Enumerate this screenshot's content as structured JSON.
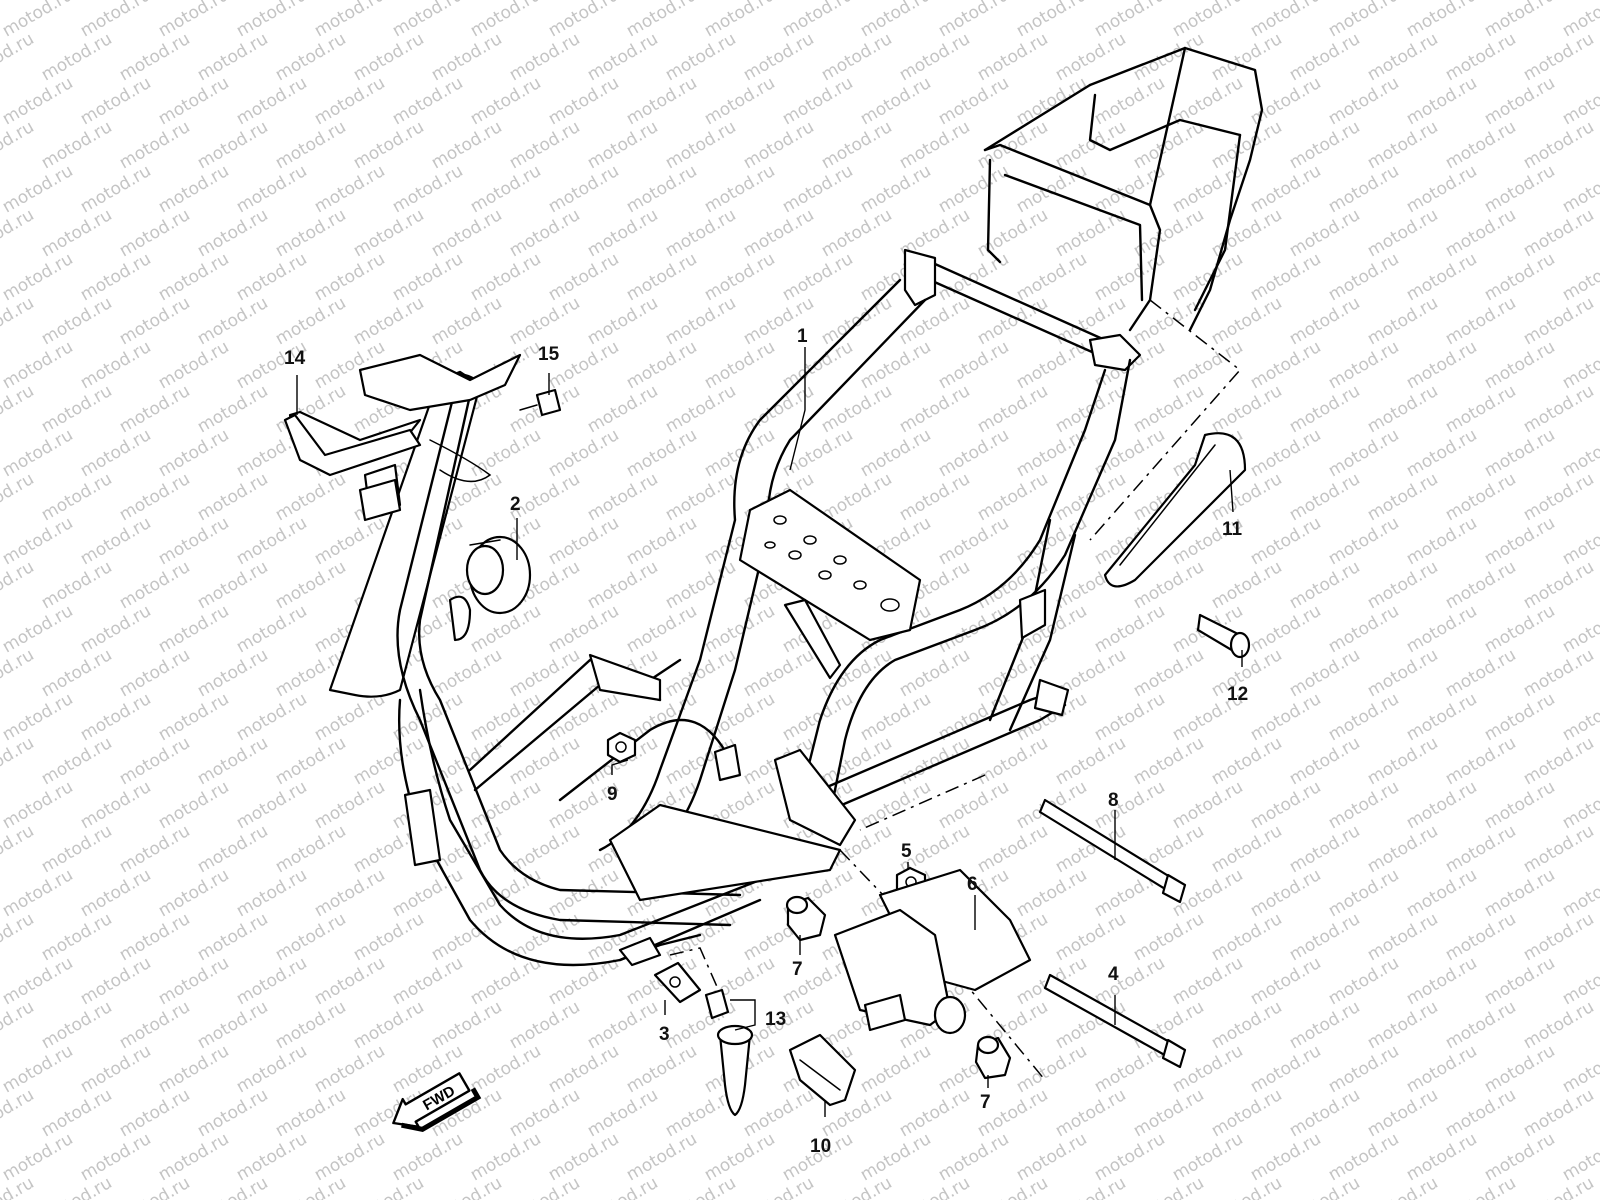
{
  "watermark": {
    "text": "motod.ru"
  },
  "diagram": {
    "callouts": [
      {
        "id": "1",
        "label": "1"
      },
      {
        "id": "2",
        "label": "2"
      },
      {
        "id": "3",
        "label": "3"
      },
      {
        "id": "4",
        "label": "4"
      },
      {
        "id": "5",
        "label": "5"
      },
      {
        "id": "6",
        "label": "6"
      },
      {
        "id": "7a",
        "label": "7"
      },
      {
        "id": "7b",
        "label": "7"
      },
      {
        "id": "8",
        "label": "8"
      },
      {
        "id": "9",
        "label": "9"
      },
      {
        "id": "10",
        "label": "10"
      },
      {
        "id": "11",
        "label": "11"
      },
      {
        "id": "12",
        "label": "12"
      },
      {
        "id": "13",
        "label": "13"
      },
      {
        "id": "14",
        "label": "14"
      },
      {
        "id": "15",
        "label": "15"
      }
    ],
    "direction_badge": {
      "label": "FWD"
    }
  }
}
